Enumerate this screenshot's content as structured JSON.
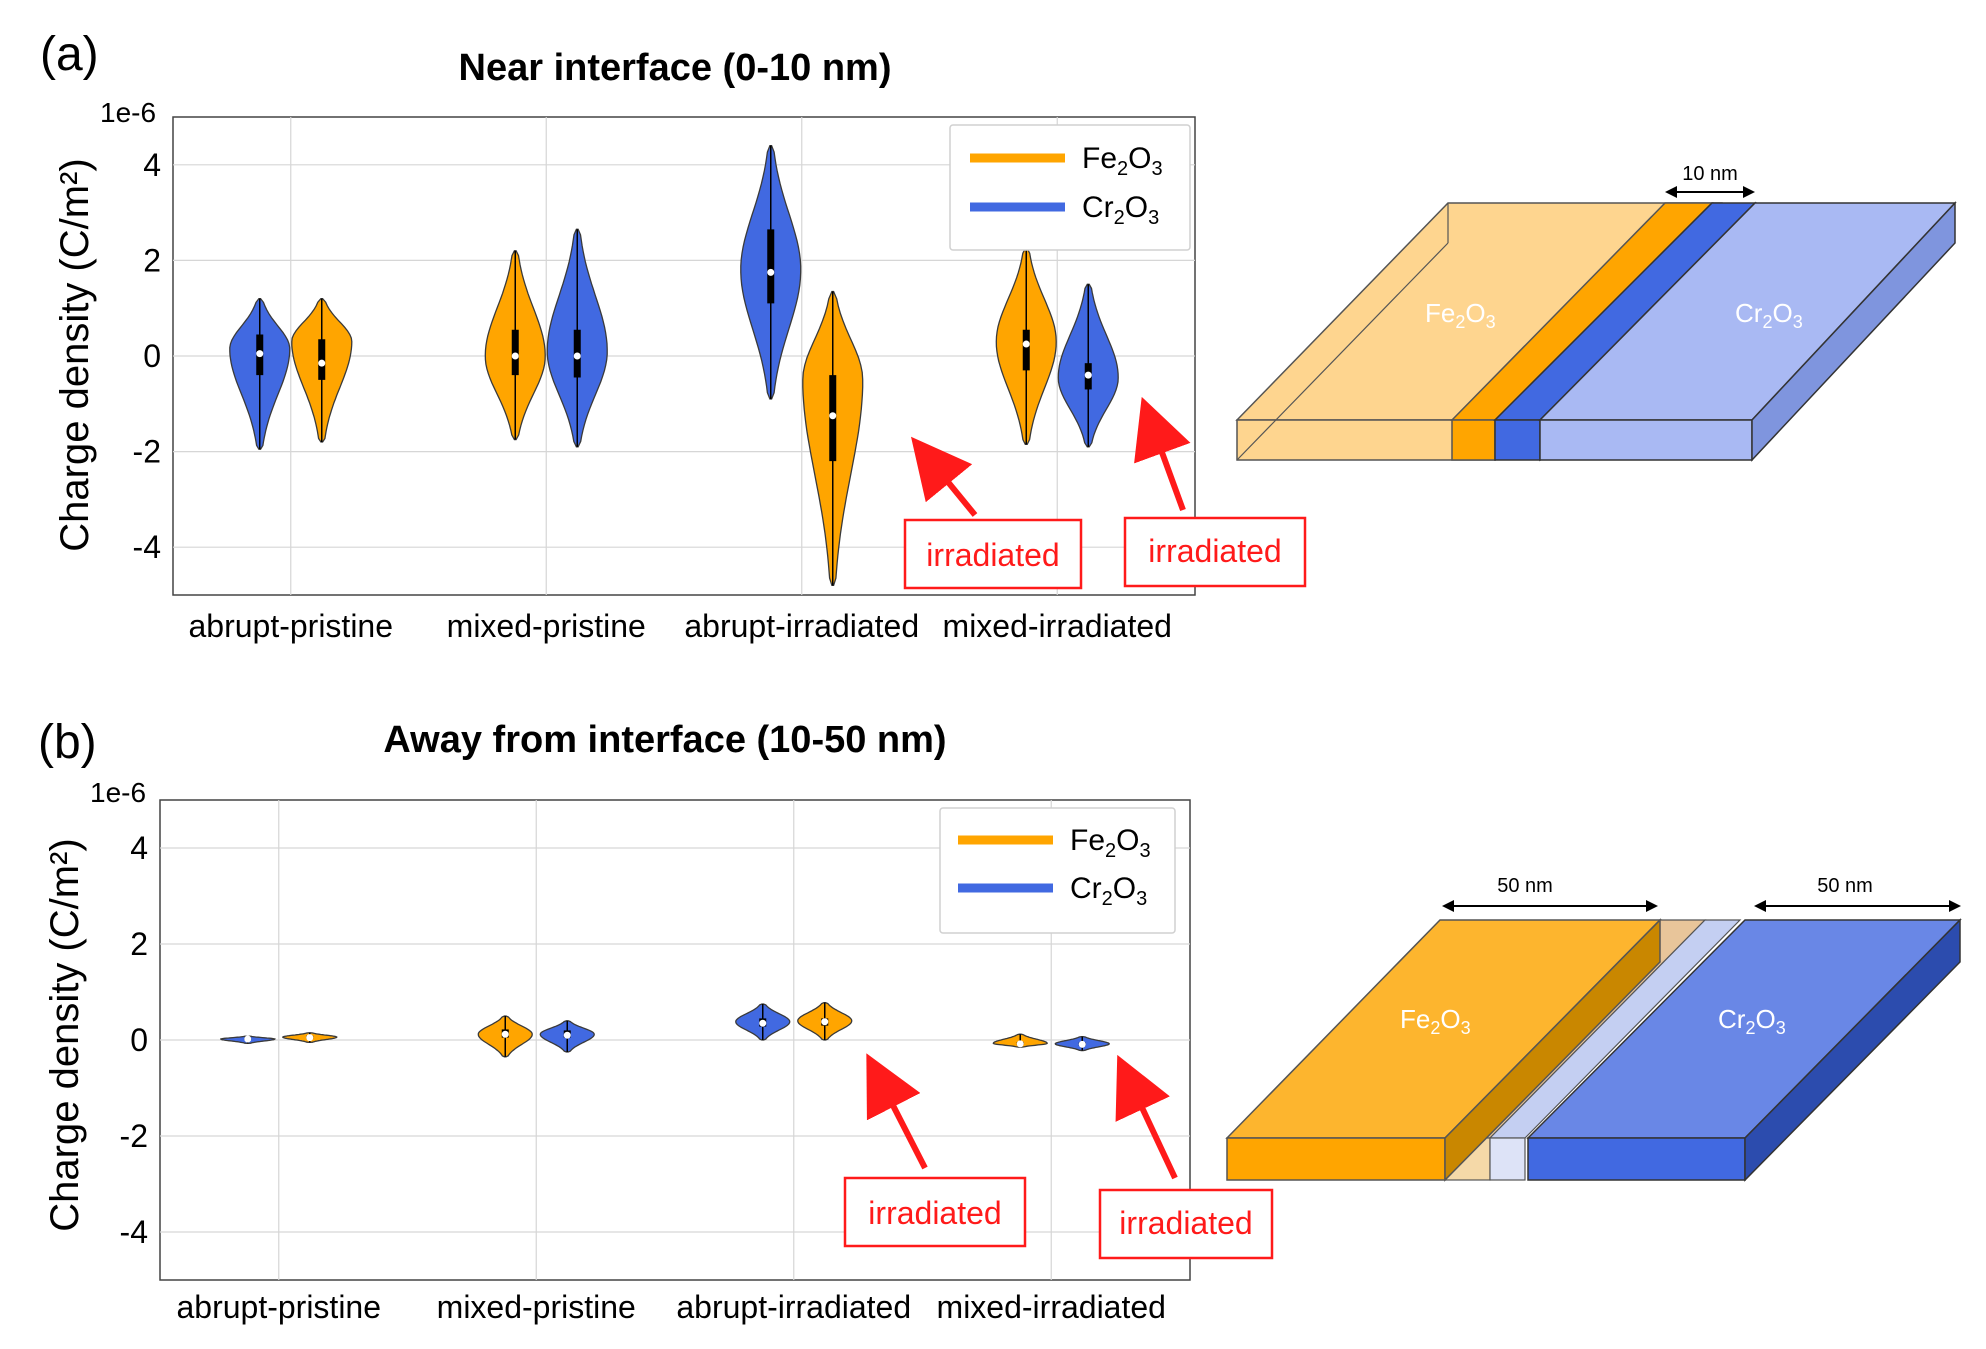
{
  "panel_a": {
    "label": "(a)",
    "title": "Near interface (0-10 nm)",
    "ylabel": "Charge density (C/m²)",
    "exponent": "1e-6",
    "annotation": "irradiated",
    "slab": {
      "left": "Fe₂O₃",
      "right": "Cr₂O₃",
      "dim": "10 nm"
    }
  },
  "panel_b": {
    "label": "(b)",
    "title": "Away from interface (10-50 nm)",
    "ylabel": "Charge density (C/m²)",
    "exponent": "1e-6",
    "annotation": "irradiated",
    "slab": {
      "left": "Fe₂O₃",
      "right": "Cr₂O₃",
      "dim_left": "50 nm",
      "dim_right": "50 nm"
    }
  },
  "colors": {
    "Fe2O3": "#ffa500",
    "Cr2O3": "#4169e1",
    "annotation": "#ff1a1a"
  },
  "chart_data": [
    {
      "type": "violin",
      "title": "Near interface (0-10 nm)",
      "ylabel": "Charge density (C/m²)",
      "y_scale": "1e-6",
      "ylim": [
        -5,
        5
      ],
      "yticks": [
        -4,
        -2,
        0,
        2,
        4
      ],
      "ytick_labels": [
        "-4",
        "-2",
        "0",
        "2",
        "4"
      ],
      "categories": [
        "abrupt-pristine",
        "mixed-pristine",
        "abrupt-irradiated",
        "mixed-irradiated"
      ],
      "legend": {
        "position": "top-right"
      },
      "grid": true,
      "series": [
        {
          "name": "Fe₂O₃",
          "color": "#ffa500",
          "order": [
            2,
            1,
            2,
            1
          ],
          "min": [
            -1.8,
            -1.75,
            -4.8,
            -1.85
          ],
          "max": [
            1.2,
            2.2,
            1.35,
            2.25
          ],
          "q1": [
            -0.5,
            -0.4,
            -2.2,
            -0.3
          ],
          "q3": [
            0.35,
            0.55,
            -0.4,
            0.55
          ],
          "median": [
            -0.15,
            0.0,
            -1.25,
            0.25
          ],
          "mode": [
            0.3,
            0.0,
            -0.5,
            0.3
          ]
        },
        {
          "name": "Cr₂O₃",
          "color": "#4169e1",
          "order": [
            1,
            2,
            1,
            2
          ],
          "min": [
            -1.95,
            -1.9,
            -0.9,
            -1.9
          ],
          "max": [
            1.2,
            2.65,
            4.4,
            1.5
          ],
          "q1": [
            -0.4,
            -0.45,
            1.1,
            -0.7
          ],
          "q3": [
            0.45,
            0.55,
            2.65,
            -0.15
          ],
          "median": [
            0.05,
            0.0,
            1.75,
            -0.4
          ],
          "mode": [
            0.15,
            0.1,
            1.8,
            -0.45
          ]
        }
      ],
      "annotations": [
        {
          "text": "irradiated",
          "category": "abrupt-irradiated",
          "series": "Fe₂O₃"
        },
        {
          "text": "irradiated",
          "category": "mixed-irradiated",
          "series": "Cr₂O₃"
        }
      ]
    },
    {
      "type": "violin",
      "title": "Away from interface (10-50 nm)",
      "ylabel": "Charge density (C/m²)",
      "y_scale": "1e-6",
      "ylim": [
        -5,
        5
      ],
      "yticks": [
        -4,
        -2,
        0,
        2,
        4
      ],
      "ytick_labels": [
        "-4",
        "-2",
        "0",
        "2",
        "4"
      ],
      "categories": [
        "abrupt-pristine",
        "mixed-pristine",
        "abrupt-irradiated",
        "mixed-irradiated"
      ],
      "legend": {
        "position": "top-right"
      },
      "grid": true,
      "series": [
        {
          "name": "Fe₂O₃",
          "color": "#ffa500",
          "order": [
            2,
            1,
            2,
            1
          ],
          "min": [
            -0.05,
            -0.35,
            0.0,
            -0.15
          ],
          "max": [
            0.15,
            0.5,
            0.78,
            0.12
          ],
          "q1": [
            0.03,
            0.05,
            0.3,
            -0.1
          ],
          "q3": [
            0.09,
            0.22,
            0.45,
            -0.04
          ],
          "median": [
            0.05,
            0.12,
            0.38,
            -0.08
          ],
          "mode": [
            0.06,
            0.12,
            0.4,
            -0.07
          ]
        },
        {
          "name": "Cr₂O₃",
          "color": "#4169e1",
          "order": [
            1,
            2,
            1,
            2
          ],
          "min": [
            -0.07,
            -0.25,
            0.0,
            -0.22
          ],
          "max": [
            0.08,
            0.4,
            0.75,
            0.07
          ],
          "q1": [
            0.0,
            0.05,
            0.28,
            -0.12
          ],
          "q3": [
            0.05,
            0.2,
            0.45,
            -0.05
          ],
          "median": [
            0.02,
            0.1,
            0.35,
            -0.09
          ],
          "mode": [
            0.02,
            0.12,
            0.38,
            -0.08
          ]
        }
      ],
      "annotations": [
        {
          "text": "irradiated",
          "category": "abrupt-irradiated",
          "series": "Fe₂O₃"
        },
        {
          "text": "irradiated",
          "category": "mixed-irradiated",
          "series": "Cr₂O₃"
        }
      ]
    }
  ]
}
